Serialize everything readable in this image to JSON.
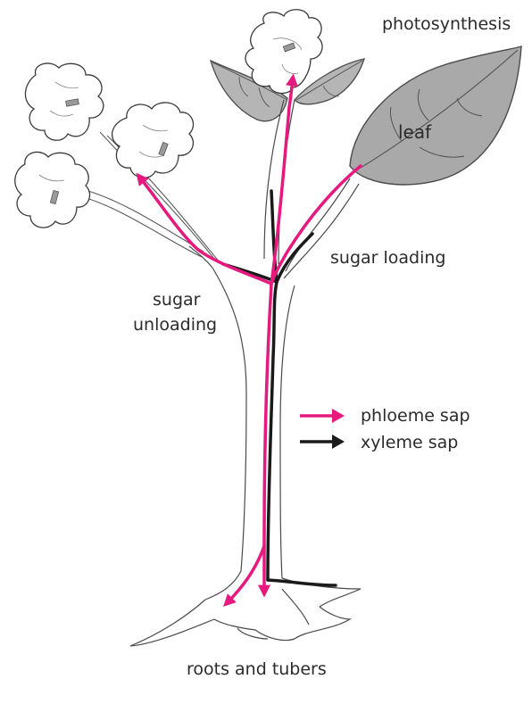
{
  "labels": {
    "photosynthesis": "photosynthesis",
    "leaf": "leaf",
    "sugar_loading": "sugar loading",
    "sugar_unloading_line1": "sugar",
    "sugar_unloading_line2": "unloading",
    "roots_and_tubers": "roots and tubers"
  },
  "legend": {
    "phloeme": {
      "label": "phloeme sap",
      "color": "#e6197e"
    },
    "xyleme": {
      "label": "xyleme sap",
      "color": "#1a1a1a"
    }
  },
  "colors": {
    "leaf_fill": "#a9a9a9",
    "leaf_small_fill": "#b5b5b5",
    "outline": "#5a5a5a",
    "flower_fill": "#ffffff",
    "stamen": "#9a9a9a"
  }
}
